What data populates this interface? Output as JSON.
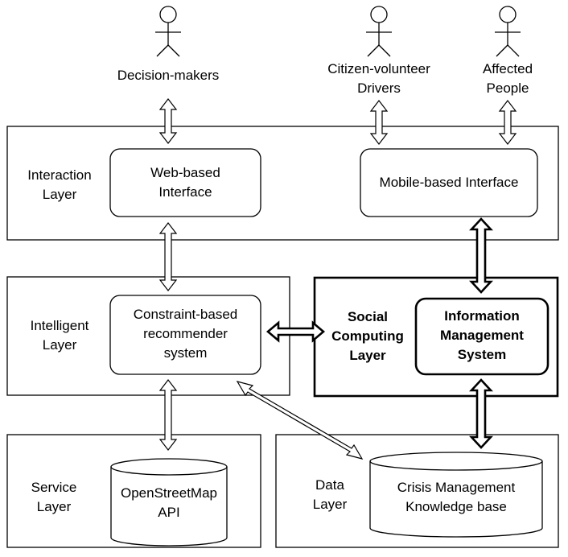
{
  "actors": [
    {
      "line1": "Decision-makers",
      "line2": ""
    },
    {
      "line1": "Citizen-volunteer",
      "line2": "Drivers"
    },
    {
      "line1": "Affected",
      "line2": "People"
    }
  ],
  "layers": {
    "interaction": {
      "line1": "Interaction",
      "line2": "Layer"
    },
    "intelligent": {
      "line1": "Intelligent",
      "line2": "Layer"
    },
    "social": {
      "line1": "Social",
      "line2": "Computing",
      "line3": "Layer"
    },
    "service": {
      "line1": "Service",
      "line2": "Layer"
    },
    "data": {
      "line1": "Data",
      "line2": "Layer"
    }
  },
  "components": {
    "web_interface": {
      "line1": "Web-based",
      "line2": "Interface"
    },
    "mobile_interface": {
      "line1": "Mobile-based Interface"
    },
    "recommender": {
      "line1": "Constraint-based",
      "line2": "recommender",
      "line3": "system"
    },
    "ims": {
      "line1": "Information",
      "line2": "Management",
      "line3": "System"
    },
    "osm": {
      "line1": "OpenStreetMap",
      "line2": "API"
    },
    "kb": {
      "line1": "Crisis Management",
      "line2": "Knowledge base"
    }
  }
}
